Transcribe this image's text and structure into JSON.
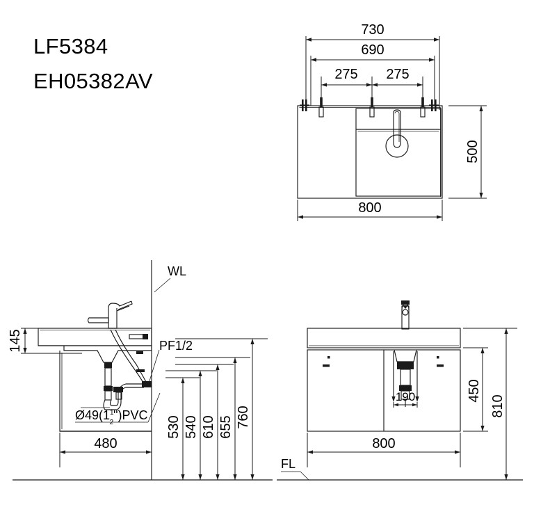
{
  "document": {
    "type": "technical-drawing",
    "background_color": "#ffffff",
    "line_color": "#1a1a1a",
    "text_color": "#000000"
  },
  "title_block": {
    "model_code_1": "LF5384",
    "model_code_2": "EH05382AV"
  },
  "views": {
    "top_view": {
      "name": "plan-view",
      "dimensions": {
        "overall_bracket_width": "730",
        "inner_bracket_width": "690",
        "bolt_spacing_left": "275",
        "bolt_spacing_right": "275",
        "cabinet_width": "800",
        "cabinet_depth": "500"
      }
    },
    "side_view": {
      "name": "section-side-view",
      "labels": {
        "water_line": "WL",
        "supply_thread": "PF1/2",
        "drain_pipe": "Ø49(1",
        "drain_pipe_frac_num": "1",
        "drain_pipe_frac_den": "2",
        "drain_pipe_tail": "\")PVC"
      },
      "dimensions": {
        "counter_thickness": "145",
        "cabinet_depth": "480",
        "height_530": "530",
        "height_540": "540",
        "height_610": "610",
        "height_655": "655",
        "height_760": "760"
      }
    },
    "front_view": {
      "name": "front-elevation-view",
      "labels": {
        "floor_line": "FL"
      },
      "dimensions": {
        "cabinet_width": "800",
        "cabinet_height": "450",
        "overall_height": "810",
        "drain_offset": "190"
      }
    }
  }
}
